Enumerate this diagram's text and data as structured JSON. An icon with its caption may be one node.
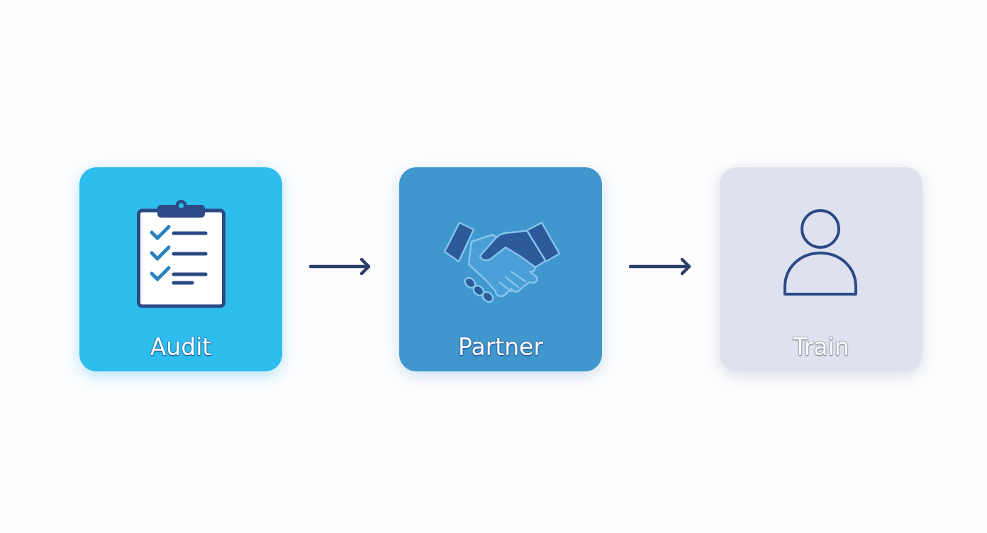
{
  "diagram": {
    "nodes": [
      {
        "text": [
          "Audit"
        ]
      },
      {
        "text": [
          "Partner"
        ]
      },
      {
        "text": [
          "Train"
        ]
      }
    ],
    "edges": [
      {
        "from": 0,
        "to": 1,
        "arrow": "to"
      },
      {
        "from": 1,
        "to": 2,
        "arrow": "to"
      }
    ]
  }
}
